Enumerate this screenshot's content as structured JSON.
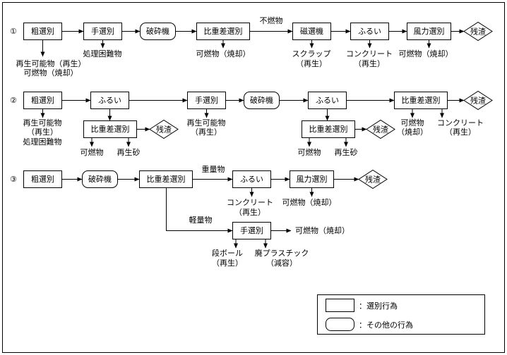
{
  "diagram": {
    "flows": [
      {
        "number": "①",
        "nodes": {
          "a": {
            "label": "粗選別",
            "kind": "sorting"
          },
          "b": {
            "label": "手選別",
            "kind": "sorting"
          },
          "c": {
            "label": "破砕機",
            "kind": "other"
          },
          "d": {
            "label": "比重差選別",
            "kind": "sorting"
          },
          "e": {
            "label": "磁選機",
            "kind": "sorting"
          },
          "f": {
            "label": "ふるい",
            "kind": "sorting"
          },
          "g": {
            "label": "風力選別",
            "kind": "sorting"
          },
          "h": {
            "label": "残渣",
            "kind": "residue"
          }
        },
        "labels": {
          "a1": "再生可能物（再生）",
          "a2": "可燃物（焼却）",
          "b1": "処理困難物",
          "d1": "可燃物（焼却）",
          "de": "不燃物",
          "e1": "スクラップ",
          "e2": "（再生）",
          "f1": "コンクリート",
          "f2": "（再生）",
          "g1": "可燃物（焼却）"
        }
      },
      {
        "number": "②",
        "nodes": {
          "a": {
            "label": "粗選別",
            "kind": "sorting"
          },
          "b": {
            "label": "ふるい",
            "kind": "sorting"
          },
          "b2": {
            "label": "比重差選別",
            "kind": "sorting"
          },
          "b3": {
            "label": "残渣",
            "kind": "residue"
          },
          "c": {
            "label": "手選別",
            "kind": "sorting"
          },
          "d": {
            "label": "破砕機",
            "kind": "other"
          },
          "e": {
            "label": "ふるい",
            "kind": "sorting"
          },
          "e2": {
            "label": "比重差選別",
            "kind": "sorting"
          },
          "e3": {
            "label": "残渣",
            "kind": "residue"
          },
          "f": {
            "label": "比重差選別",
            "kind": "sorting"
          },
          "g": {
            "label": "残渣",
            "kind": "residue"
          }
        },
        "labels": {
          "a1": "再生可能物",
          "a2": "（再生）",
          "a3": "処理困難物",
          "b2a": "可燃物",
          "b2b": "再生砂",
          "c1": "再生可能物",
          "c2": "（再生）",
          "e2a": "可燃物",
          "e2b": "再生砂",
          "f1": "可燃物",
          "f2": "（焼却）",
          "f3": "コンクリート",
          "f4": "（再生）"
        }
      },
      {
        "number": "③",
        "nodes": {
          "a": {
            "label": "粗選別",
            "kind": "sorting"
          },
          "b": {
            "label": "破砕機",
            "kind": "other"
          },
          "c": {
            "label": "比重差選別",
            "kind": "sorting"
          },
          "d": {
            "label": "ふるい",
            "kind": "sorting"
          },
          "e": {
            "label": "風力選別",
            "kind": "sorting"
          },
          "f": {
            "label": "残渣",
            "kind": "residue"
          },
          "g": {
            "label": "手選別",
            "kind": "sorting"
          }
        },
        "labels": {
          "heavy": "重量物",
          "light": "軽量物",
          "d1": "コンクリート",
          "d2": "（再生）",
          "e1": "可燃物（焼却）",
          "g1": "可燃物（焼却）",
          "g2": "段ボール",
          "g3": "（再生）",
          "g4": "廃プラスチック",
          "g5": "（減容）"
        }
      }
    ],
    "legend": {
      "sorting": "：選別行為",
      "other": "：その他の行為"
    }
  }
}
